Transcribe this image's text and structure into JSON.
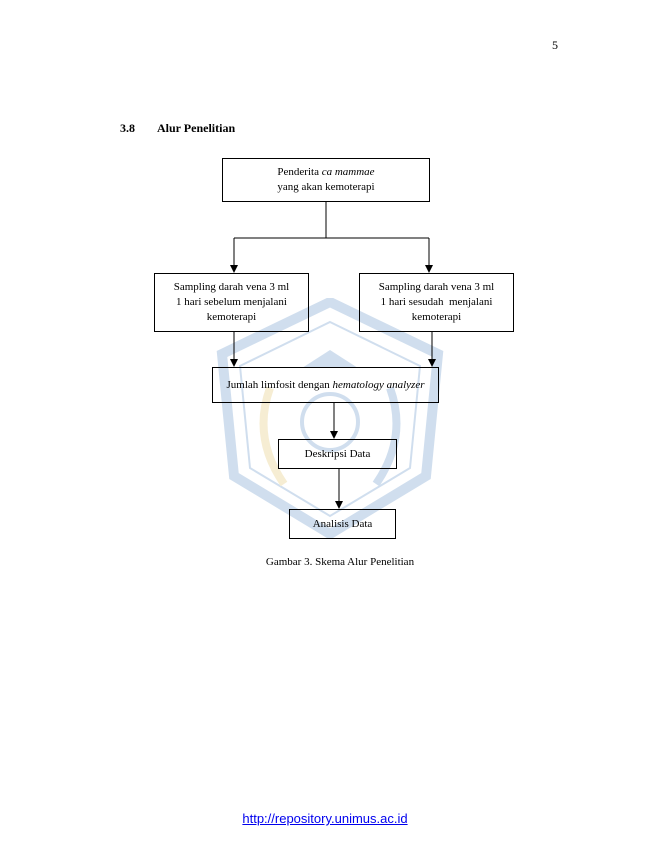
{
  "page": {
    "number": "5"
  },
  "section": {
    "number": "3.8",
    "title": "Alur Penelitian"
  },
  "flowchart": {
    "start": {
      "line1_prefix": "Penderita ",
      "line1_italic": "ca mammae",
      "line2": "yang akan kemoterapi"
    },
    "before": {
      "line1": "Sampling darah vena 3 ml",
      "line2": "1 hari sebelum menjalani",
      "line3": "kemoterapi"
    },
    "after": {
      "line1": "Sampling darah vena 3 ml",
      "line2": "1 hari sesudah  menjalani",
      "line3": "kemoterapi"
    },
    "count": {
      "prefix": "Jumlah limfosit dengan ",
      "italic": "hematology analyzer"
    },
    "description": {
      "label": "Deskripsi Data"
    },
    "analysis": {
      "label": "Analisis Data"
    }
  },
  "caption": "Gambar 3. Skema Alur Penelitian",
  "footer": {
    "url": "http://repository.unimus.ac.id"
  },
  "colors": {
    "link": "#0000ee",
    "watermark": "#2e6fb5",
    "watermark_gold": "#d9b23a"
  }
}
